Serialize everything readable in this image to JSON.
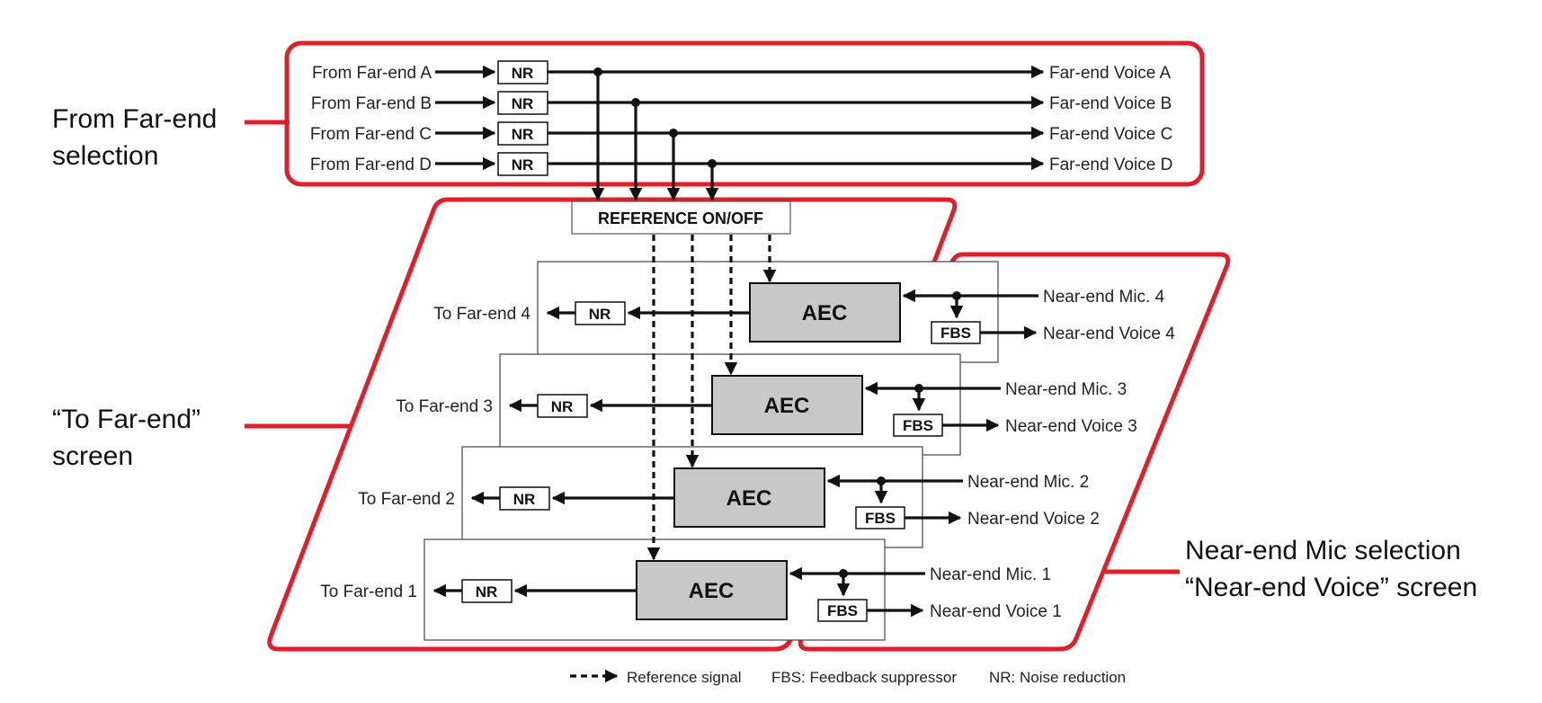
{
  "far_end_inputs": [
    {
      "from": "From Far-end A",
      "nr": "NR",
      "voice": "Far-end Voice A"
    },
    {
      "from": "From Far-end B",
      "nr": "NR",
      "voice": "Far-end Voice B"
    },
    {
      "from": "From Far-end C",
      "nr": "NR",
      "voice": "Far-end Voice C"
    },
    {
      "from": "From Far-end D",
      "nr": "NR",
      "voice": "Far-end Voice D"
    }
  ],
  "reference_box": "REFERENCE ON/OFF",
  "channels": [
    {
      "to_far_end": "To Far-end 4",
      "nr": "NR",
      "aec": "AEC",
      "fbs": "FBS",
      "mic": "Near-end Mic. 4",
      "voice": "Near-end Voice 4"
    },
    {
      "to_far_end": "To Far-end 3",
      "nr": "NR",
      "aec": "AEC",
      "fbs": "FBS",
      "mic": "Near-end Mic. 3",
      "voice": "Near-end Voice 3"
    },
    {
      "to_far_end": "To Far-end 2",
      "nr": "NR",
      "aec": "AEC",
      "fbs": "FBS",
      "mic": "Near-end Mic. 2",
      "voice": "Near-end Voice 2"
    },
    {
      "to_far_end": "To Far-end 1",
      "nr": "NR",
      "aec": "AEC",
      "fbs": "FBS",
      "mic": "Near-end Mic. 1",
      "voice": "Near-end Voice 1"
    }
  ],
  "callouts": {
    "from_far_end_line1": "From Far-end",
    "from_far_end_line2": "selection",
    "to_far_end_line1": "“To Far-end”",
    "to_far_end_line2": "screen",
    "near_end_line1": "Near-end Mic selection",
    "near_end_line2": "“Near-end Voice” screen"
  },
  "legend": {
    "reference": "Reference signal",
    "fbs": "FBS: Feedback suppressor",
    "nr": "NR: Noise reduction"
  },
  "colors": {
    "accent_red": "#e01f2b",
    "aec_fill": "#c8c8c8",
    "line": "#111111"
  }
}
